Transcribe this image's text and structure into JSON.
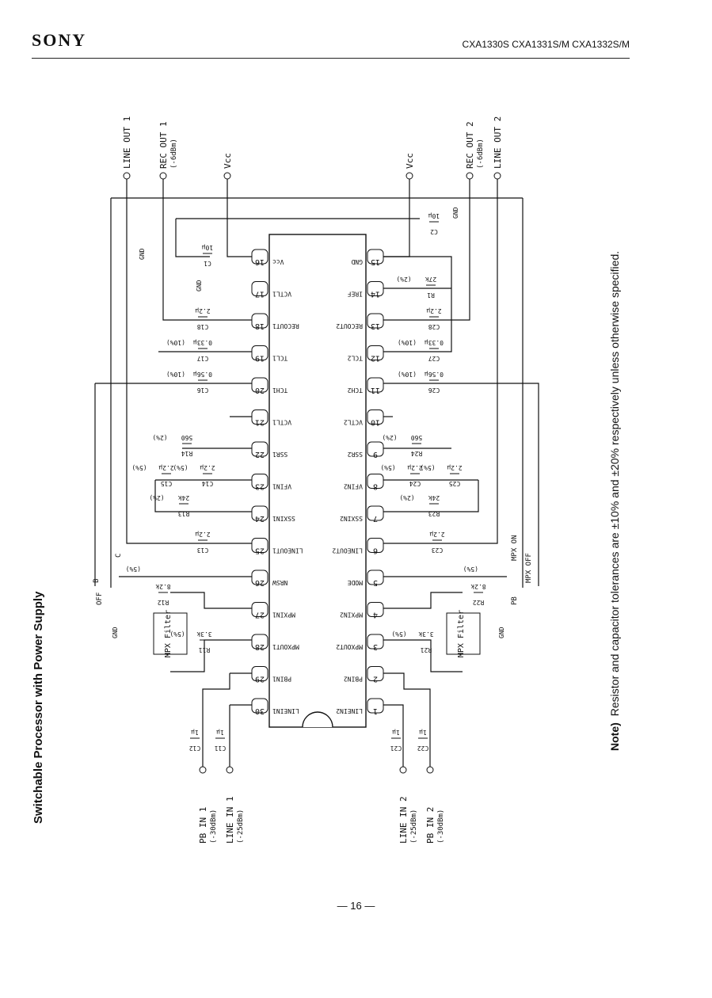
{
  "header": {
    "brand": "SONY",
    "part_numbers": "CXA1330S CXA1331S/M CXA1332S/M"
  },
  "side": {
    "title": "Switchable Processor with Power Supply",
    "note_label": "Note)",
    "note_text": "Resistor and capacitor tolerances are ±10% and ±20% respectively unless otherwise specified."
  },
  "page_number": "— 16 —",
  "ic": {
    "left_pins": [
      {
        "num": "16",
        "name": "Vcc"
      },
      {
        "num": "17",
        "name": "VCTL1"
      },
      {
        "num": "18",
        "name": "RECOUT1"
      },
      {
        "num": "19",
        "name": "TCL1"
      },
      {
        "num": "20",
        "name": "TCH1"
      },
      {
        "num": "21",
        "name": "VCTL1"
      },
      {
        "num": "22",
        "name": "SSR1"
      },
      {
        "num": "23",
        "name": "VFIN1"
      },
      {
        "num": "24",
        "name": "SSXIN1"
      },
      {
        "num": "25",
        "name": "LINEOUT1"
      },
      {
        "num": "26",
        "name": "NRSW"
      },
      {
        "num": "27",
        "name": "MPXIN1"
      },
      {
        "num": "28",
        "name": "MPXOUT1"
      },
      {
        "num": "29",
        "name": "PBIN1"
      },
      {
        "num": "30",
        "name": "LINEIN1"
      }
    ],
    "right_pins": [
      {
        "num": "15",
        "name": "GND"
      },
      {
        "num": "14",
        "name": "IREF"
      },
      {
        "num": "13",
        "name": "RECOUT2"
      },
      {
        "num": "12",
        "name": "TCL2"
      },
      {
        "num": "11",
        "name": "TCH2"
      },
      {
        "num": "10",
        "name": "VCTL2"
      },
      {
        "num": "9",
        "name": "SSR2"
      },
      {
        "num": "8",
        "name": "VFIN2"
      },
      {
        "num": "7",
        "name": "SSXIN2"
      },
      {
        "num": "6",
        "name": "LINEOUT2"
      },
      {
        "num": "5",
        "name": "MODE"
      },
      {
        "num": "4",
        "name": "MPXIN2"
      },
      {
        "num": "3",
        "name": "MPXOUT2"
      },
      {
        "num": "2",
        "name": "PBIN2"
      },
      {
        "num": "1",
        "name": "LINEIN2"
      }
    ]
  },
  "top_terminals": [
    {
      "name": "LINE OUT 1",
      "level": ""
    },
    {
      "name": "REC OUT 1",
      "level": "(-6dBm)"
    },
    {
      "name": "Vcc",
      "level": ""
    },
    {
      "name": "Vcc",
      "level": ""
    },
    {
      "name": "REC OUT 2",
      "level": "(-6dBm)"
    },
    {
      "name": "LINE OUT 2",
      "level": ""
    }
  ],
  "bottom_terminals": [
    {
      "name": "PB IN 1",
      "level": "(-30dBm)"
    },
    {
      "name": "LINE IN 1",
      "level": "(-25dBm)"
    },
    {
      "name": "LINE IN 2",
      "level": "(-25dBm)"
    },
    {
      "name": "PB IN 2",
      "level": "(-30dBm)"
    }
  ],
  "components_left": [
    {
      "ref": "C1",
      "value": "10μ",
      "tol": ""
    },
    {
      "ref": "C18",
      "value": "2.2μ",
      "tol": ""
    },
    {
      "ref": "C17",
      "value": "0.33μ",
      "tol": "(10%)"
    },
    {
      "ref": "C16",
      "value": "0.56μ",
      "tol": "(10%)"
    },
    {
      "ref": "R14",
      "value": "560",
      "tol": "(2%)"
    },
    {
      "ref": "C15",
      "value": "2.2μ",
      "tol": "(5%)"
    },
    {
      "ref": "C14",
      "value": "2.2μ",
      "tol": "(5%)"
    },
    {
      "ref": "R13",
      "value": "24k",
      "tol": "(2%)"
    },
    {
      "ref": "C13",
      "value": "2.2μ",
      "tol": ""
    },
    {
      "ref": "R12",
      "value": "8.2k",
      "tol": ""
    },
    {
      "ref": "R11",
      "value": "3.3k",
      "tol": "(5%)"
    },
    {
      "ref": "C12",
      "value": "1μ",
      "tol": ""
    },
    {
      "ref": "C11",
      "value": "1μ",
      "tol": ""
    }
  ],
  "components_right": [
    {
      "ref": "C2",
      "value": "10μ",
      "tol": ""
    },
    {
      "ref": "R1",
      "value": "27k",
      "tol": "(2%)"
    },
    {
      "ref": "C28",
      "value": "2.2μ",
      "tol": ""
    },
    {
      "ref": "C27",
      "value": "0.33μ",
      "tol": "(10%)"
    },
    {
      "ref": "C26",
      "value": "0.56μ",
      "tol": "(10%)"
    },
    {
      "ref": "R24",
      "value": "560",
      "tol": "(2%)"
    },
    {
      "ref": "C24",
      "value": "2.2μ",
      "tol": "(5%)"
    },
    {
      "ref": "C25",
      "value": "2.2μ",
      "tol": "(5%)"
    },
    {
      "ref": "R23",
      "value": "24k",
      "tol": "(2%)"
    },
    {
      "ref": "C23",
      "value": "2.2μ",
      "tol": ""
    },
    {
      "ref": "R22",
      "value": "8.2k",
      "tol": ""
    },
    {
      "ref": "R21",
      "value": "3.3k",
      "tol": "(5%)"
    },
    {
      "ref": "C21",
      "value": "1μ",
      "tol": ""
    },
    {
      "ref": "C22",
      "value": "1μ",
      "tol": ""
    }
  ],
  "labels": {
    "gnd": "GND",
    "mpx_filter": "MPX Filter",
    "switch_left": [
      "B",
      "C",
      "OFF"
    ],
    "switch_right": [
      "MPX ON",
      "MPX OFF",
      "PB"
    ],
    "switch_tol": "(5%)"
  }
}
